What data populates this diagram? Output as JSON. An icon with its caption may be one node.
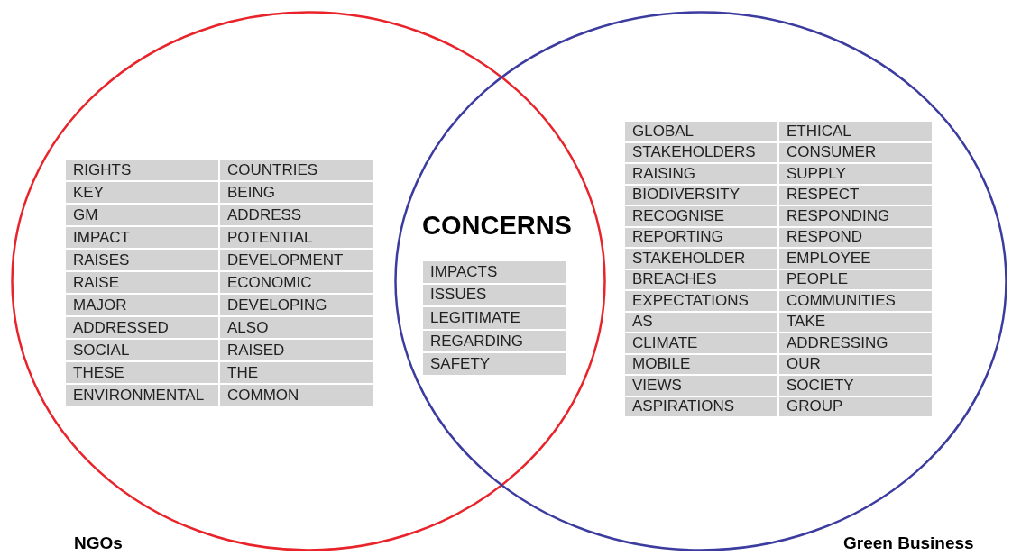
{
  "diagram": {
    "nodes": [
      {
        "text": [
          "NGOs"
        ]
      },
      {
        "text": [
          "Green Business"
        ]
      },
      {
        "text": [
          "RIGHTS",
          "COUNTRIES",
          "KEY",
          "BEING",
          "GM",
          "ADDRESS",
          "IMPACT",
          "POTENTIAL",
          "RAISES",
          "DEVELOPMENT",
          "RAISE",
          "ECONOMIC",
          "MAJOR",
          "DEVELOPING",
          "ADDRESSED",
          "ALSO",
          "SOCIAL",
          "RAISED",
          "THESE",
          "THE",
          "ENVIRONMENTAL",
          "COMMON"
        ],
        "in": 0
      },
      {
        "text": [
          "CONCERNS",
          "IMPACTS",
          "ISSUES",
          "LEGITIMATE",
          "REGARDING",
          "SAFETY"
        ]
      },
      {
        "text": [
          "GLOBAL",
          "ETHICAL",
          "STAKEHOLDERS",
          "CONSUMER",
          "RAISING",
          "SUPPLY",
          "BIODIVERSITY",
          "RESPECT",
          "RECOGNISE",
          "RESPONDING",
          "REPORTING",
          "RESPOND",
          "STAKEHOLDER",
          "EMPLOYEE",
          "BREACHES",
          "PEOPLE",
          "EXPECTATIONS",
          "COMMUNITIES",
          "AS",
          "TAKE",
          "CLIMATE",
          "ADDRESSING",
          "MOBILE",
          "OUR",
          "VIEWS",
          "SOCIETY",
          "ASPIRATIONS",
          "GROUP"
        ],
        "in": 1
      }
    ]
  }
}
